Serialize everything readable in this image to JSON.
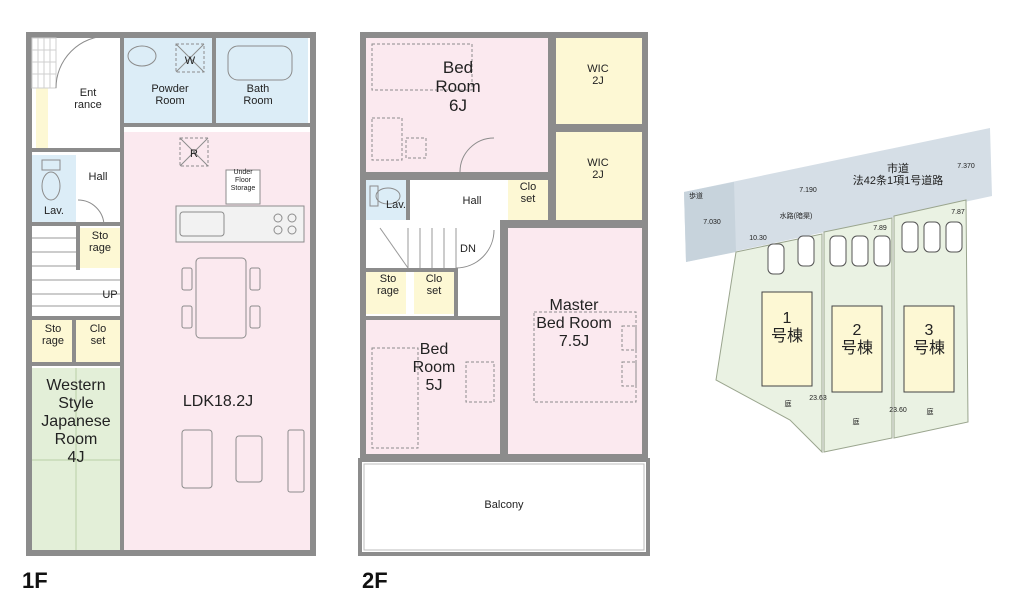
{
  "floor1": {
    "caption": "1F",
    "rooms": {
      "entrance": "Ent\nrance",
      "powder": "Powder\nRoom",
      "bath": "Bath\nRoom",
      "w": "W",
      "r": "R",
      "hall": "Hall",
      "lav": "Lav.",
      "storage_stairs": "Sto\nrage",
      "up": "UP",
      "storage": "Sto\nrage",
      "closet": "Clo\nset",
      "underfloor": "Under\nFloor\nStorage",
      "ldk": "LDK18.2J",
      "western": "Western\nStyle\nJapanese\nRoom\n4J"
    }
  },
  "floor2": {
    "caption": "2F",
    "rooms": {
      "bed6": "Bed\nRoom\n6J",
      "wic1": "WIC\n2J",
      "wic2": "WIC\n2J",
      "lav": "Lav.",
      "hall": "Hall",
      "closet_hall": "Clo\nset",
      "dn": "DN",
      "storage": "Sto\nrage",
      "closet": "Clo\nset",
      "bed5": "Bed\nRoom\n5J",
      "master": "Master\nBed Room\n7.5J",
      "balcony": "Balcony"
    }
  },
  "siteplan": {
    "road": "市道\n法42条1項1号道路",
    "sidewalk": "歩道",
    "waterway": "水路(暗渠)",
    "dims": {
      "road_w1": "7.190",
      "road_w2": "7.370",
      "left": "7.030",
      "frontage": "10.30",
      "lot2_front": "7.89",
      "lot3_front": "7.87",
      "lot1_side": "23.63",
      "lot2_side": "23.60"
    },
    "lots": [
      {
        "label": "1\n号棟",
        "yard": "庭"
      },
      {
        "label": "2\n号棟",
        "yard": "庭"
      },
      {
        "label": "3\n号棟",
        "yard": "庭"
      }
    ]
  },
  "colors": {
    "pink": "#fbe9ef",
    "blue": "#dcedf7",
    "yellow": "#fdf8d4",
    "green": "#e3efd8",
    "lot": "#eaf2e3",
    "road": "#d5dee6",
    "wall": "#8c8c8c"
  }
}
